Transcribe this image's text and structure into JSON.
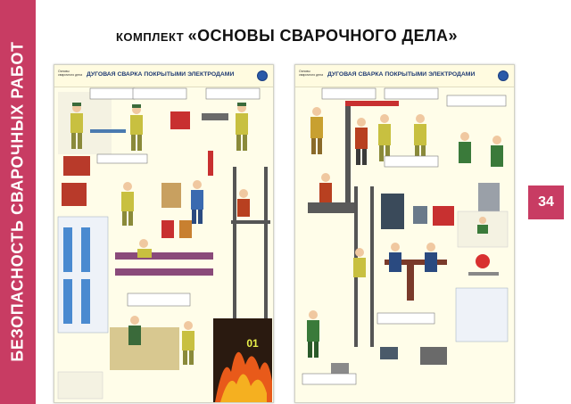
{
  "sidebar": {
    "text": "БЕЗОПАСНОСТЬ СВАРОЧНЫХ РАБОТ",
    "color": "#c83c63"
  },
  "header": {
    "prefix": "КОМПЛЕКТ",
    "title": "«ОСНОВЫ СВАРОЧНОГО ДЕЛА»"
  },
  "page_number": "34",
  "posters": [
    {
      "logo_text": "Основы сварочного дела",
      "title": "ДУГОВАЯ СВАРКА ПОКРЫТЫМИ ЭЛЕКТРОДАМИ",
      "big_label": "01"
    },
    {
      "logo_text": "Основы сварочного дела",
      "title": "ДУГОВАЯ СВАРКА ПОКРЫТЫМИ ЭЛЕКТРОДАМИ"
    }
  ],
  "colors": {
    "accent": "#c83c63",
    "poster_title": "#1f3b73",
    "fire": "#e85a1a"
  }
}
